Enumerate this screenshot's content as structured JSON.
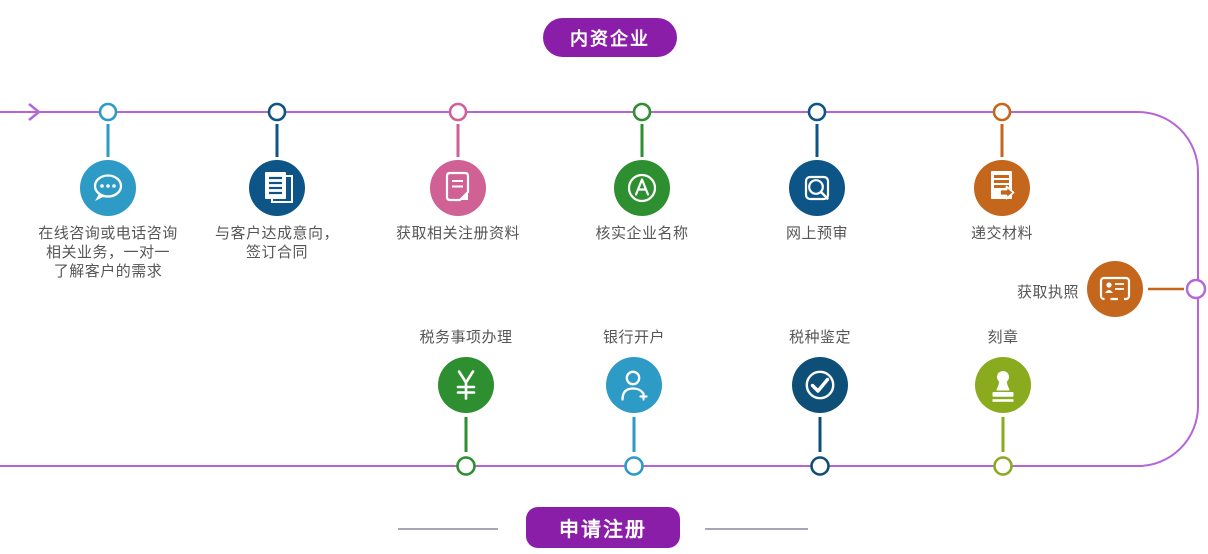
{
  "title_badges": {
    "top_label": "内资企业",
    "bottom_label": "申请注册",
    "bg_color": "#8b1ea9",
    "text_color": "#ffffff"
  },
  "timeline": {
    "line_color": "#b565d8",
    "arrow": "right-chevron",
    "divider_color": "#aba4b6",
    "text_color": "#565656"
  },
  "top_steps": [
    {
      "label": "在线咨询或电话咨询\n相关业务，一对一\n了解客户的需求",
      "icon": "chat-bubble-icon",
      "color": "#2e9ac6"
    },
    {
      "label": "与客户达成意向，\n签订合同",
      "icon": "contract-pages-icon",
      "color": "#0d5586"
    },
    {
      "label": "获取相关注册资料",
      "icon": "document-notes-icon",
      "color": "#cf6195"
    },
    {
      "label": "核实企业名称",
      "icon": "letter-a-circle-icon",
      "color": "#2e8f31"
    },
    {
      "label": "网上预审",
      "icon": "document-search-icon",
      "color": "#0d5586"
    },
    {
      "label": "递交材料",
      "icon": "document-submit-icon",
      "color": "#c4671d"
    }
  ],
  "right_step": {
    "label": "获取执照",
    "icon": "license-card-icon",
    "color": "#c4671d"
  },
  "bottom_steps": [
    {
      "label": "税务事项办理",
      "icon": "yuan-icon",
      "color": "#2e8f31"
    },
    {
      "label": "银行开户",
      "icon": "person-add-icon",
      "color": "#2e9ac6"
    },
    {
      "label": "税种鉴定",
      "icon": "check-circle-icon",
      "color": "#0e4f78"
    },
    {
      "label": "刻章",
      "icon": "stamp-icon",
      "color": "#8aab1e"
    }
  ]
}
